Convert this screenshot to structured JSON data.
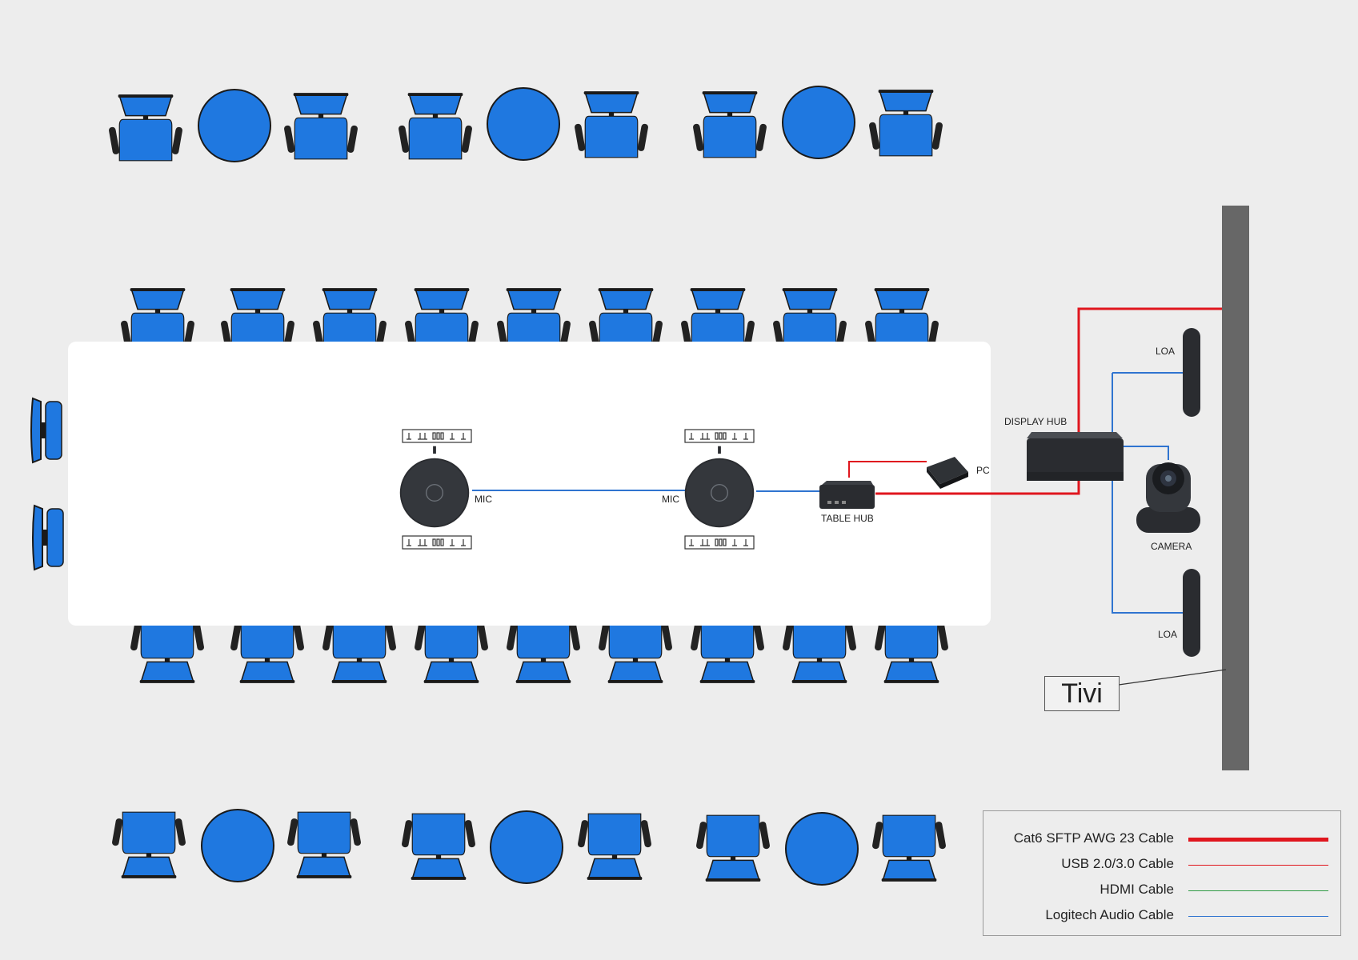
{
  "devices": {
    "mic_left": "MIC",
    "mic_right": "MIC",
    "table_hub": "TABLE HUB",
    "pc": "PC",
    "display_hub": "DISPLAY HUB",
    "camera": "CAMERA",
    "speaker_top": "LOA",
    "speaker_bottom": "LOA",
    "tv": "Tivi"
  },
  "legend": {
    "items": [
      {
        "label": "Cat6 SFTP AWG 23 Cable",
        "color": "#e0161e",
        "weight": "thick"
      },
      {
        "label": "USB 2.0/3.0 Cable",
        "color": "#e0161e",
        "weight": "thin"
      },
      {
        "label": "HDMI Cable",
        "color": "#2e9a44",
        "weight": "thin"
      },
      {
        "label": "Logitech Audio Cable",
        "color": "#2f74d0",
        "weight": "thin"
      }
    ]
  },
  "colors": {
    "chair_blue": "#1f78e0",
    "background": "#ededed",
    "table": "#ffffff",
    "wall": "#676767",
    "device": "#2a2c30"
  }
}
